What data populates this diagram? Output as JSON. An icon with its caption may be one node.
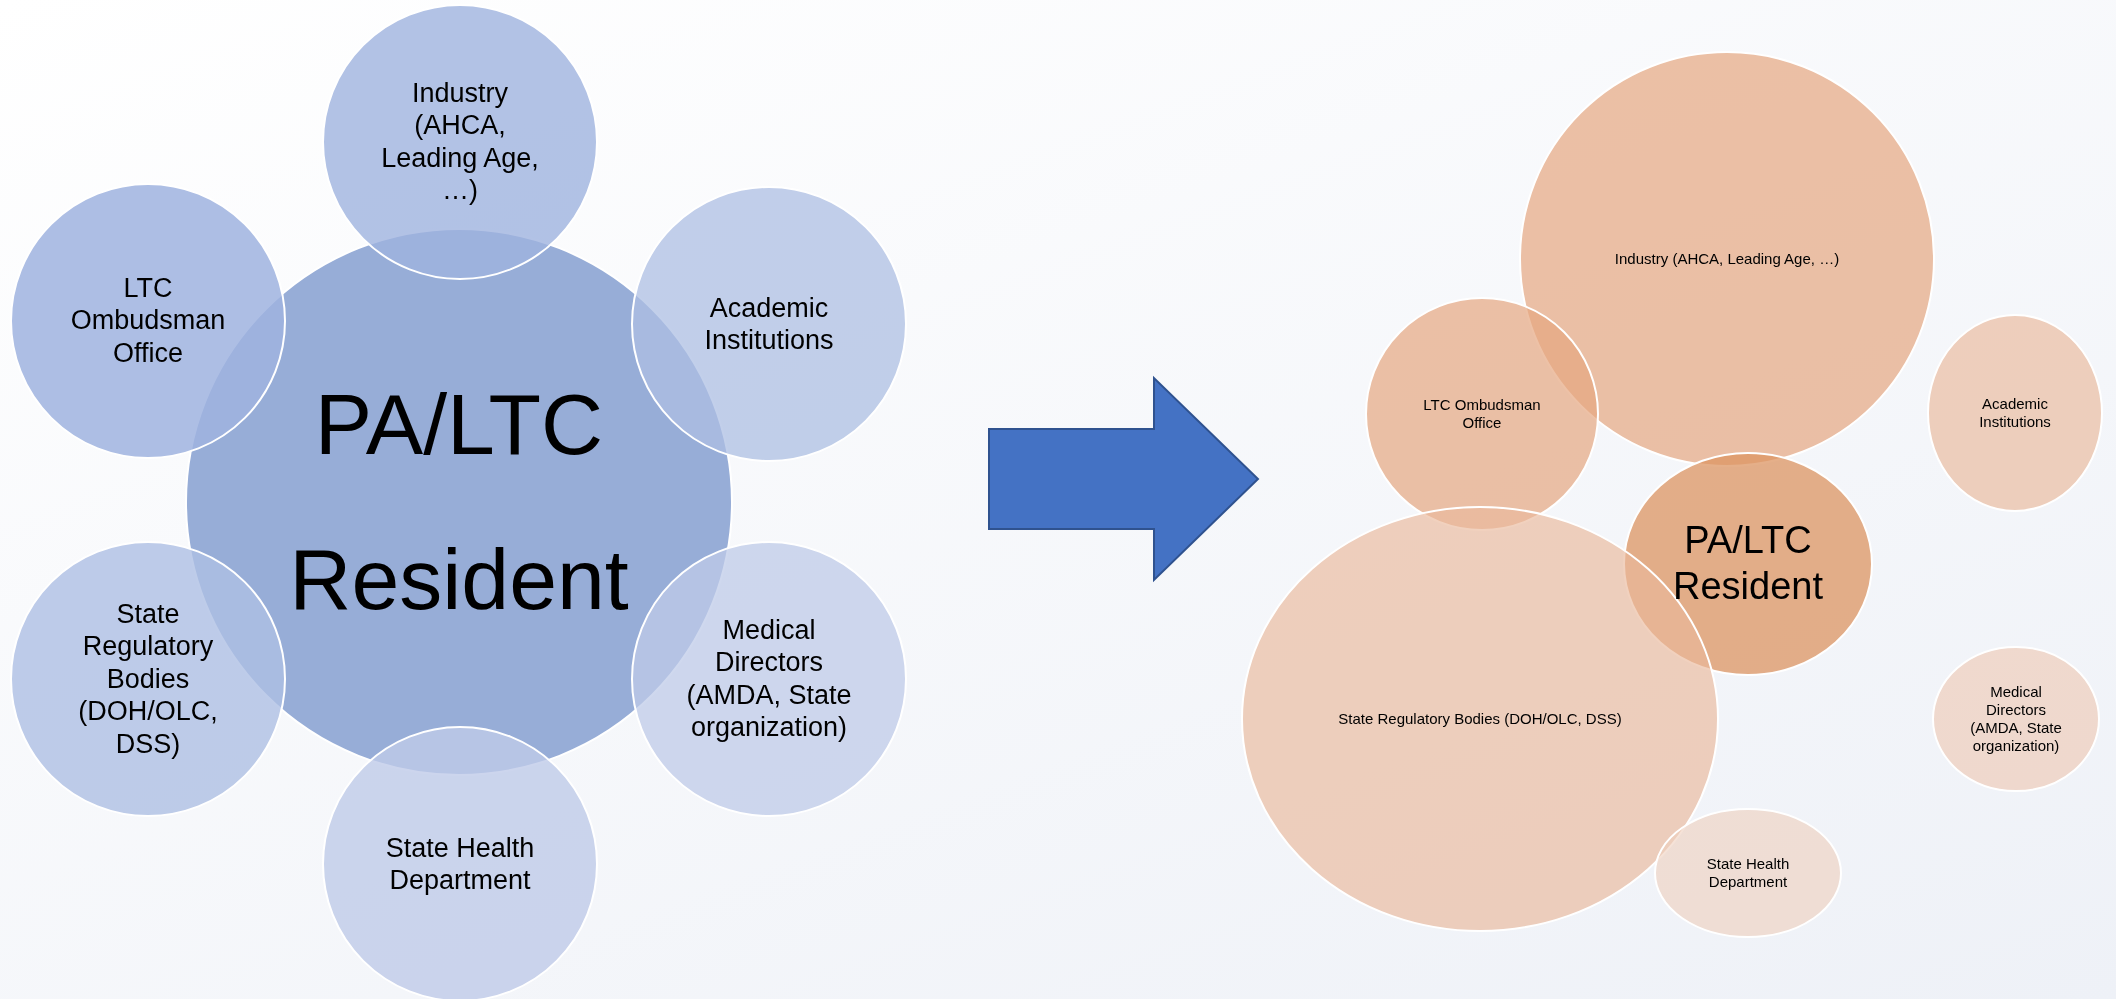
{
  "diagram": {
    "nodes": [
      {
        "text": [
          "PA/LTC Resident"
        ]
      },
      {
        "text": [
          "Industry (AHCA, Leading Age, …)"
        ]
      },
      {
        "text": [
          "LTC Ombudsman Office"
        ]
      },
      {
        "text": [
          "Academic Institutions"
        ]
      },
      {
        "text": [
          "State Regulatory Bodies (DOH/OLC, DSS)"
        ]
      },
      {
        "text": [
          "Medical Directors (AMDA, State organization)"
        ]
      },
      {
        "text": [
          "State Health Department"
        ]
      },
      {
        "text": [
          "Industry (AHCA, Leading Age, …)"
        ]
      },
      {
        "text": [
          "LTC Ombudsman Office"
        ]
      },
      {
        "text": [
          "Academic Institutions"
        ]
      },
      {
        "text": [
          "PA/LTC Resident"
        ]
      },
      {
        "text": [
          "State Regulatory Bodies (DOH/OLC, DSS)"
        ]
      },
      {
        "text": [
          "Medical Directors (AMDA, State organization)"
        ]
      },
      {
        "text": [
          "State Health Department"
        ]
      }
    ]
  }
}
